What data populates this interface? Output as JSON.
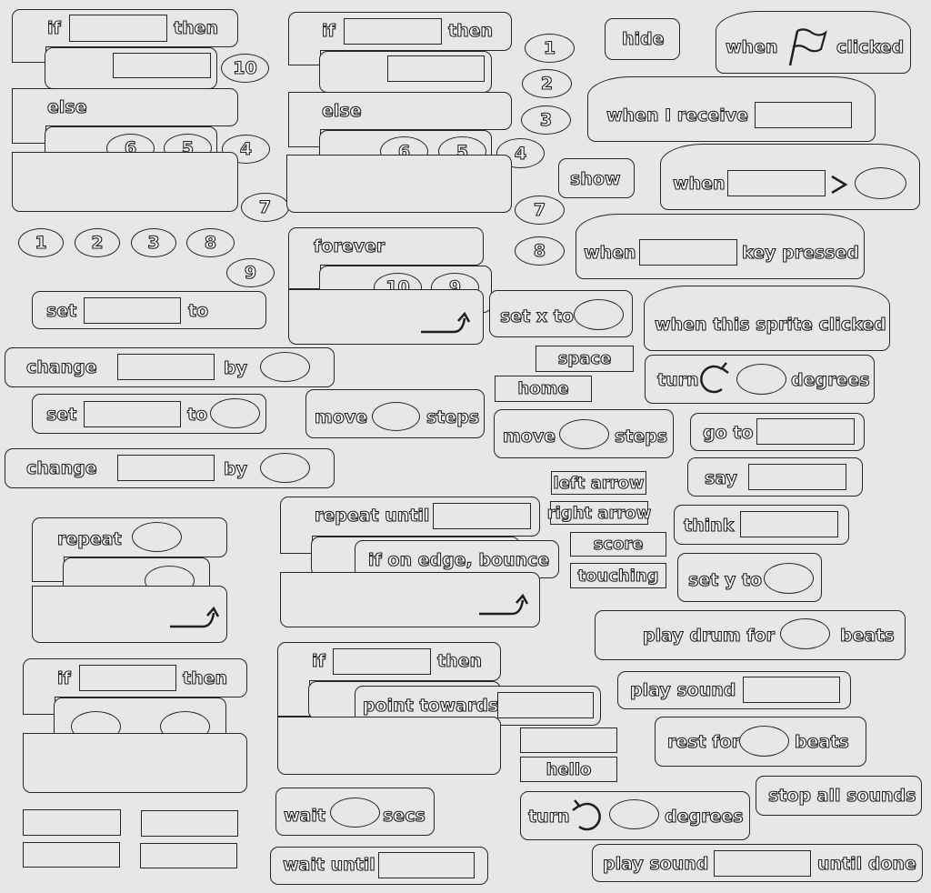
{
  "blocks": {
    "if": "if",
    "then": "then",
    "else": "else",
    "set": "set",
    "to": "to",
    "change": "change",
    "by": "by",
    "repeat": "repeat",
    "forever": "forever",
    "repeat_until": "repeat until",
    "move": "move",
    "steps": "steps",
    "set_x_to": "set x to",
    "set_y_to": "set y to",
    "turn": "turn",
    "degrees": "degrees",
    "go_to": "go to",
    "say": "say",
    "think": "think",
    "hide": "hide",
    "show": "show",
    "when": "when",
    "clicked": "clicked",
    "when_i_receive": "when I receive",
    "key_pressed": "key pressed",
    "when_sprite_clicked": "when this sprite clicked",
    "if_on_edge_bounce": "if on edge, bounce",
    "point_towards": "point towards",
    "wait": "wait",
    "secs": "secs",
    "wait_until": "wait until",
    "play_drum_for": "play drum for",
    "beats": "beats",
    "play_sound": "play sound",
    "rest_for": "rest for",
    "stop_all_sounds": "stop all sounds",
    "until_done": "until done"
  },
  "labels": {
    "space": "space",
    "home": "home",
    "left_arrow": "left arrow",
    "right_arrow": "right arrow",
    "score": "score",
    "touching": "touching",
    "hello": "hello"
  },
  "numbers": {
    "n1": "1",
    "n2": "2",
    "n3": "3",
    "n4": "4",
    "n5": "5",
    "n6": "6",
    "n7": "7",
    "n8": "8",
    "n9": "9",
    "n10": "10"
  },
  "icons": [
    "green-flag-icon",
    "loop-arrow-icon",
    "rotate-clockwise-icon",
    "rotate-counterclockwise-icon",
    "greater-than-icon"
  ],
  "colors": {
    "background": "#e7e7e7",
    "outline": "#262626",
    "text_fill": "#ffffff"
  }
}
